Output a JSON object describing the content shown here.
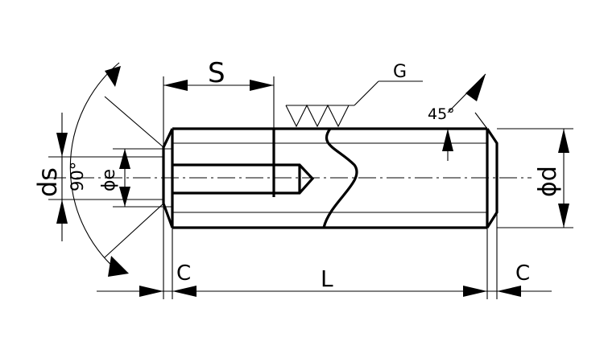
{
  "labels": {
    "s": "S",
    "g": "G",
    "angle_chamfer": "45°",
    "phi_d": "ϕd",
    "ds": "ds",
    "angle_point": "90°",
    "phi_e": "ϕe",
    "c_left": "C",
    "l": "L",
    "c_right": "C"
  },
  "colors": {
    "line": "#000000",
    "background": "#ffffff"
  }
}
